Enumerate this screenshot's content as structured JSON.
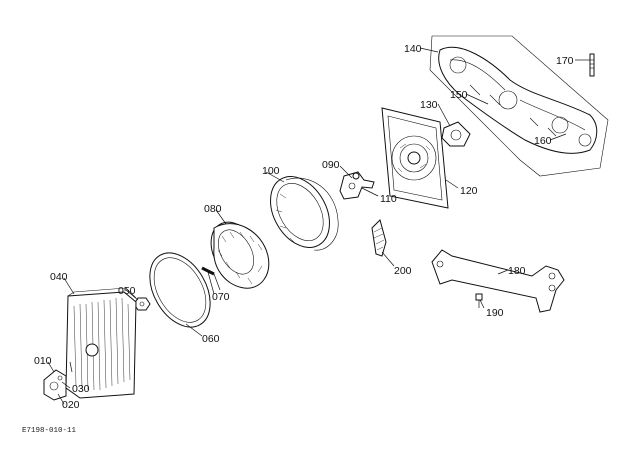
{
  "diagram": {
    "drawing_code": "E7198-010-11",
    "parts": [
      {
        "id": "p010",
        "label": "010"
      },
      {
        "id": "p020",
        "label": "020"
      },
      {
        "id": "p030",
        "label": "030"
      },
      {
        "id": "p040",
        "label": "040"
      },
      {
        "id": "p050",
        "label": "050"
      },
      {
        "id": "p060",
        "label": "060"
      },
      {
        "id": "p070",
        "label": "070"
      },
      {
        "id": "p080",
        "label": "080"
      },
      {
        "id": "p090",
        "label": "090"
      },
      {
        "id": "p100",
        "label": "100"
      },
      {
        "id": "p110",
        "label": "110"
      },
      {
        "id": "p120",
        "label": "120"
      },
      {
        "id": "p130",
        "label": "130"
      },
      {
        "id": "p140",
        "label": "140"
      },
      {
        "id": "p150",
        "label": "150"
      },
      {
        "id": "p160",
        "label": "160"
      },
      {
        "id": "p170",
        "label": "170"
      },
      {
        "id": "p180",
        "label": "180"
      },
      {
        "id": "p190",
        "label": "190"
      },
      {
        "id": "p200",
        "label": "200"
      }
    ]
  }
}
